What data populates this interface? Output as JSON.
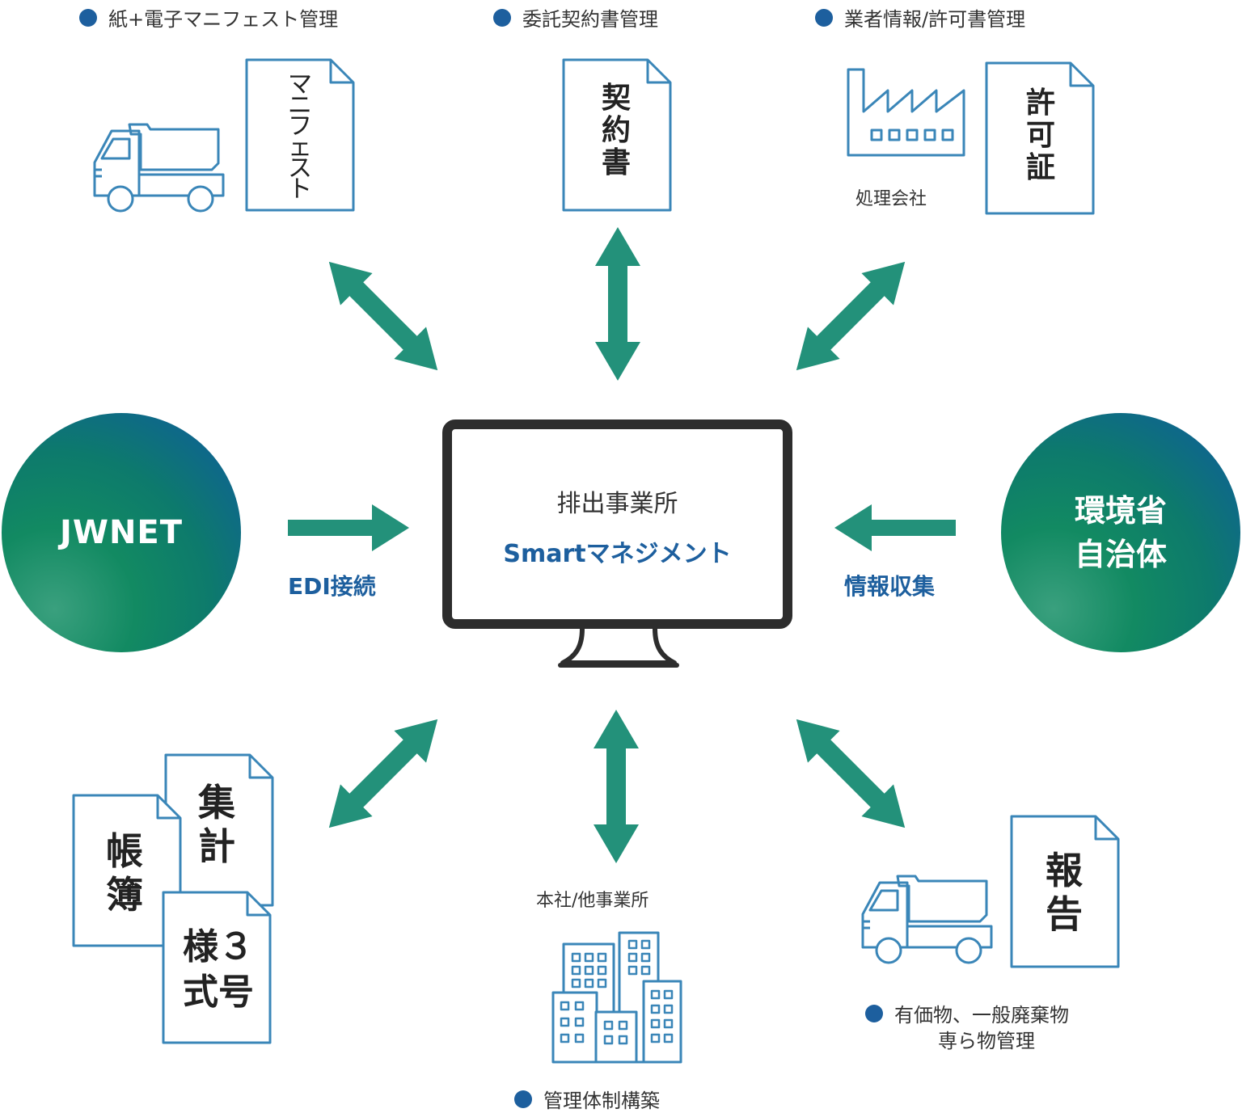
{
  "colors": {
    "accent_blue": "#1d5f9e",
    "arrow_green": "#23917a",
    "outline_blue": "#3a86b8",
    "monitor_frame": "#2d2d2d"
  },
  "top": {
    "manifest": {
      "label": "紙+電子マニフェスト管理",
      "doc_text": [
        "マ",
        "ニ",
        "フ",
        "ェ",
        "ス",
        "ト"
      ]
    },
    "contract": {
      "label": "委託契約書管理",
      "doc_text": [
        "契",
        "約",
        "書"
      ]
    },
    "permit": {
      "label": "業者情報/許可書管理",
      "factory_caption": "処理会社",
      "doc_text": [
        "許",
        "可",
        "証"
      ]
    }
  },
  "center": {
    "line1": "排出事業所",
    "line2": "Smartマネジメント"
  },
  "left": {
    "circle_text": "JWNET",
    "link_label": "EDI接続"
  },
  "right": {
    "circle_line1": "環境省",
    "circle_line2": "自治体",
    "link_label": "情報収集"
  },
  "bottom": {
    "ledger_docs": {
      "doc1": [
        "帳",
        "簿"
      ],
      "doc2": [
        "集",
        "計"
      ],
      "doc3_line1": "様３",
      "doc3_line2": "式号"
    },
    "offices": {
      "caption": "本社/他事業所",
      "label": "管理体制構築"
    },
    "report": {
      "doc_text": [
        "報",
        "告"
      ],
      "label_line1": "有価物、一般廃棄物",
      "label_line2": "専ら物管理"
    }
  },
  "icons": [
    "truck-icon",
    "document-icon",
    "factory-icon",
    "building-icon",
    "monitor-icon",
    "double-arrow-icon",
    "arrow-icon"
  ]
}
